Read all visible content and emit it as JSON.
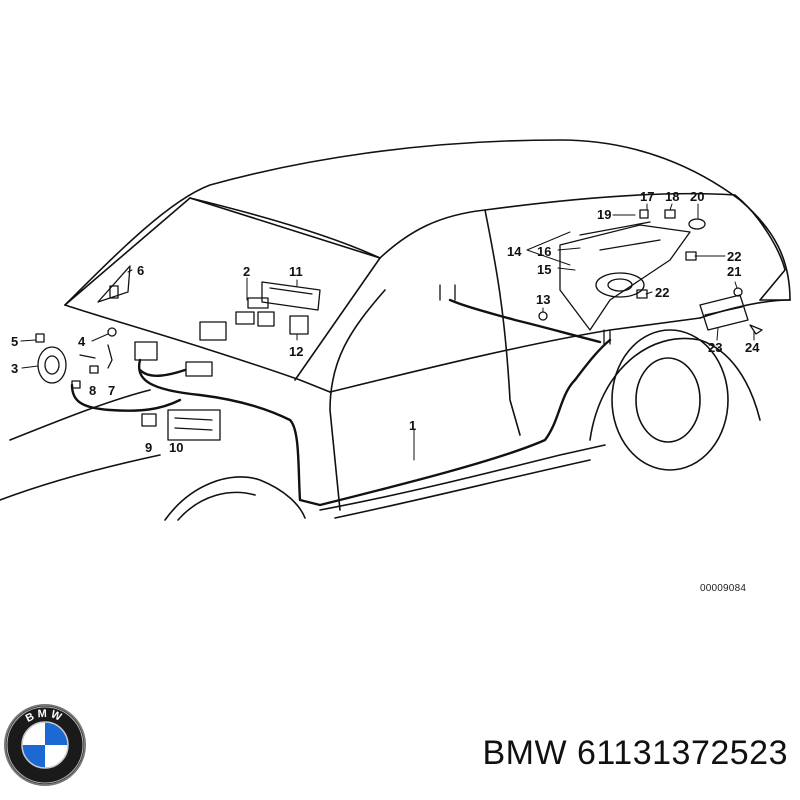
{
  "diagram": {
    "reference_code": "00009084",
    "callouts": [
      {
        "id": "c1",
        "label": "1"
      },
      {
        "id": "c2",
        "label": "2"
      },
      {
        "id": "c3",
        "label": "3"
      },
      {
        "id": "c4",
        "label": "4"
      },
      {
        "id": "c5",
        "label": "5"
      },
      {
        "id": "c6",
        "label": "6"
      },
      {
        "id": "c7",
        "label": "7"
      },
      {
        "id": "c8",
        "label": "8"
      },
      {
        "id": "c9",
        "label": "9"
      },
      {
        "id": "c10",
        "label": "10"
      },
      {
        "id": "c11",
        "label": "11"
      },
      {
        "id": "c12",
        "label": "12"
      },
      {
        "id": "c13",
        "label": "13"
      },
      {
        "id": "c14",
        "label": "14"
      },
      {
        "id": "c15",
        "label": "15"
      },
      {
        "id": "c16",
        "label": "16"
      },
      {
        "id": "c17",
        "label": "17"
      },
      {
        "id": "c18",
        "label": "18"
      },
      {
        "id": "c19",
        "label": "19"
      },
      {
        "id": "c20",
        "label": "20"
      },
      {
        "id": "c21",
        "label": "21"
      },
      {
        "id": "c22a",
        "label": "22"
      },
      {
        "id": "c22b",
        "label": "22"
      },
      {
        "id": "c23",
        "label": "23"
      },
      {
        "id": "c24",
        "label": "24"
      }
    ]
  },
  "caption": {
    "brand": "BMW",
    "part_number": "61131372523"
  },
  "colors": {
    "line": "#111111",
    "logo_blue": "#1c69d4",
    "logo_ring": "#1a1a1a"
  },
  "logo": {
    "icon": "bmw-roundel-icon",
    "lettering": "BMW"
  }
}
